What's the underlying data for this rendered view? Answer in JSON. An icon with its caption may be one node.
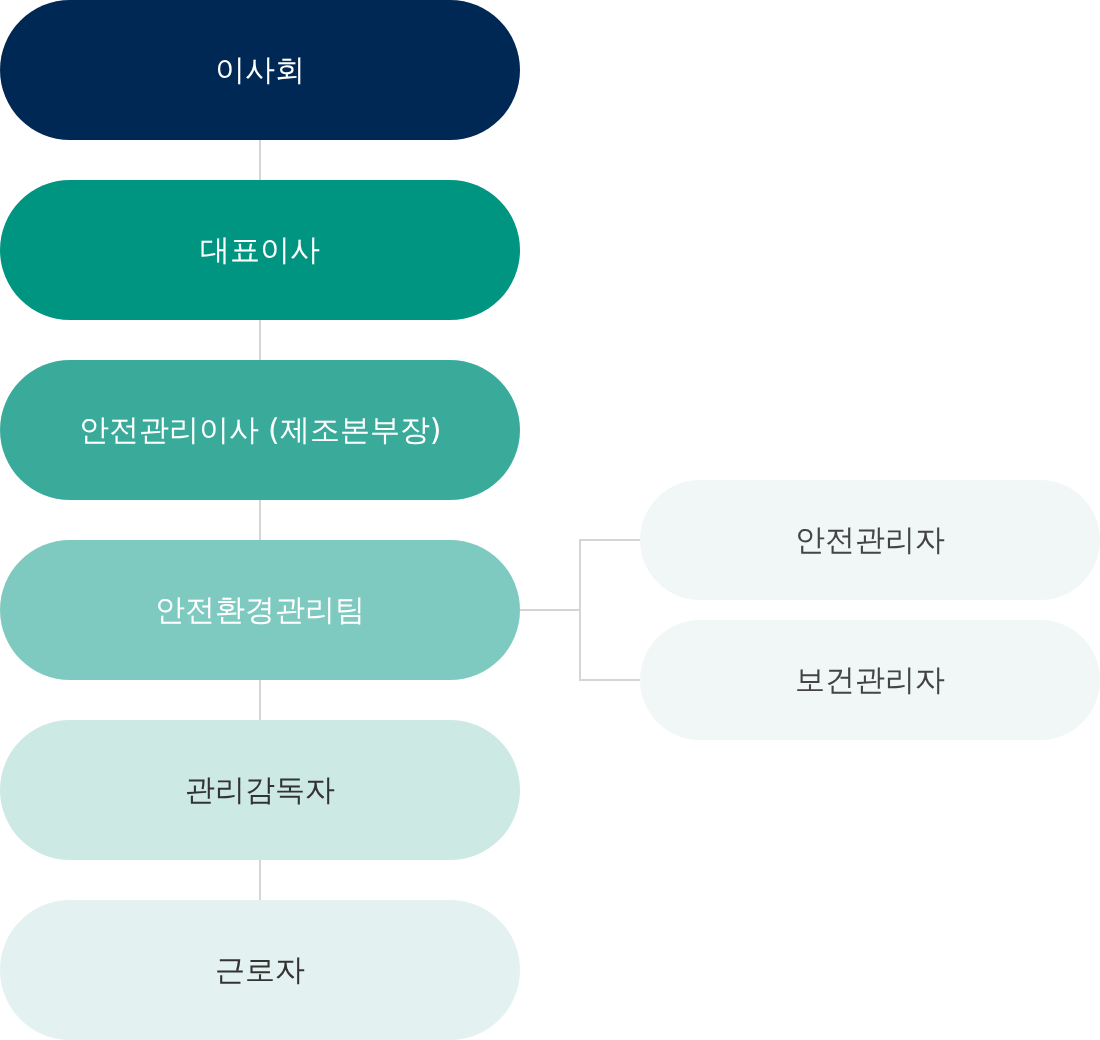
{
  "diagram": {
    "nodes": [
      {
        "text": [
          "이사회"
        ]
      },
      {
        "text": [
          "대표이사"
        ]
      },
      {
        "text": [
          "안전관리이사 (제조본부장)"
        ]
      },
      {
        "text": [
          "안전환경관리팀"
        ]
      },
      {
        "text": [
          "관리감독자"
        ]
      },
      {
        "text": [
          "근로자"
        ]
      },
      {
        "text": [
          "안전관리자"
        ]
      },
      {
        "text": [
          "보건관리자"
        ]
      }
    ],
    "edges": [
      {
        "from": 0,
        "to": 1,
        "arrow": "none"
      },
      {
        "from": 1,
        "to": 2,
        "arrow": "none"
      },
      {
        "from": 2,
        "to": 3,
        "arrow": "none"
      },
      {
        "from": 3,
        "to": 4,
        "arrow": "none"
      },
      {
        "from": 4,
        "to": 5,
        "arrow": "none"
      },
      {
        "from": 3,
        "to": 6,
        "arrow": "none"
      },
      {
        "from": 3,
        "to": 7,
        "arrow": "none"
      }
    ]
  }
}
